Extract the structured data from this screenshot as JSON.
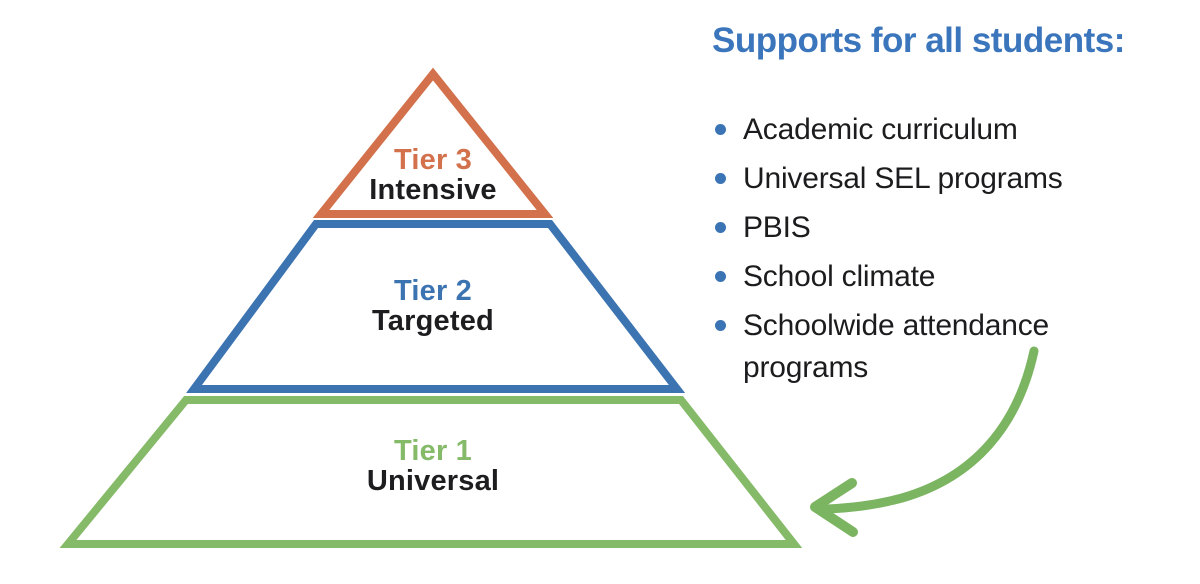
{
  "colors": {
    "tier3_orange": "#d2714b",
    "tier2_blue": "#3c73b1",
    "tier1_green": "#85ba68",
    "heading_blue": "#3b76bd",
    "bullet_blue": "#3b74b4",
    "arrow_green": "#7cb562",
    "label_dark": "#1d1d1f"
  },
  "pyramid": {
    "tiers": [
      {
        "tier": "Tier 3",
        "level": "Intensive"
      },
      {
        "tier": "Tier 2",
        "level": "Targeted"
      },
      {
        "tier": "Tier 1",
        "level": "Universal"
      }
    ]
  },
  "supports": {
    "heading": "Supports for all students:",
    "items": [
      "Academic curriculum",
      "Universal SEL programs",
      "PBIS",
      "School climate",
      "Schoolwide attendance programs"
    ]
  },
  "icons": {
    "arrow": "hand-drawn-curved-arrow-pointing-to-tier1"
  }
}
